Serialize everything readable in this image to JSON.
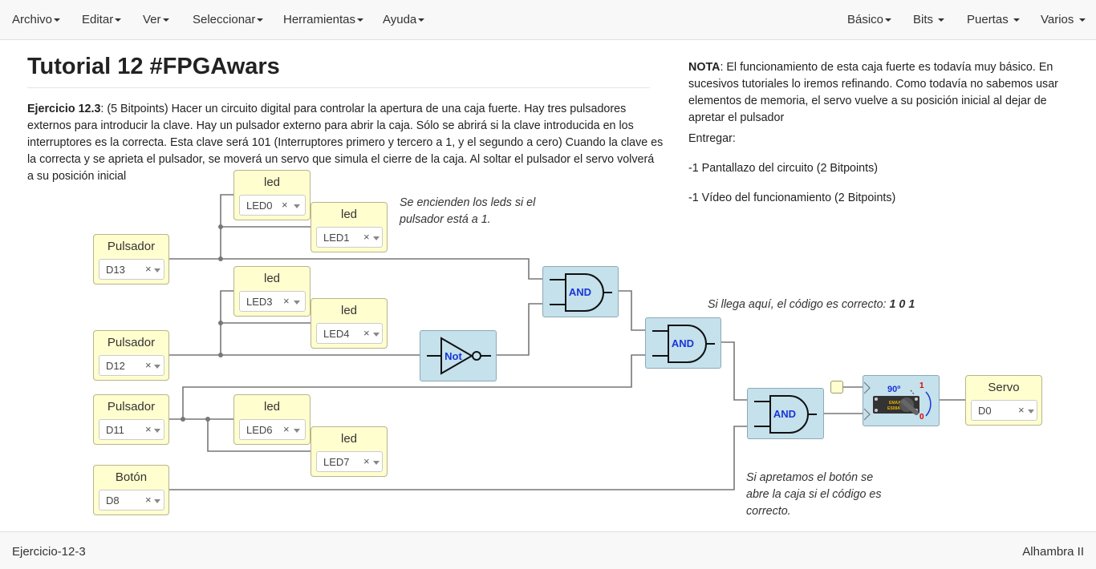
{
  "menubar": {
    "left": [
      "Archivo",
      "Editar",
      "Ver",
      "Seleccionar",
      "Herramientas",
      "Ayuda"
    ],
    "right": [
      "Básico",
      "Bits",
      "Puertas",
      "Varios"
    ]
  },
  "title": "Tutorial 12 #FPGAwars",
  "exercise": {
    "label": "Ejercicio 12.3",
    "lines": [
      ": (5 Bitpoints) Hacer un circuito digital para controlar la apertura de una caja fuerte. Hay tres pulsadores",
      "externos para introducir la clave. Hay un pulsador externo para abrir la caja. Sólo se abrirá si la clave introducida en los",
      "interruptores es la correcta. Esta clave será 101 (Interruptores primero y tercero a 1, y el segundo a cero) Cuando la clave es",
      "la correcta y se aprieta el pulsador, se moverá un servo que simula el cierre de la caja. Al soltar el pulsador el servo volverá",
      "a su posición inicial"
    ]
  },
  "note": {
    "label": "NOTA",
    "lines": [
      ": El funcionamiento de esta caja fuerte es todavía muy básico. En",
      "sucesivos tutoriales lo iremos refinando. Como todavía no sabemos usar",
      "elementos de memoria, el servo vuelve a su posición inicial al dejar de",
      "apretar el pulsador"
    ],
    "deliver": "Entregar:",
    "items": [
      "-1 Pantallazo del circuito (2 Bitpoints)",
      "-1 Vídeo del funcionamiento (2 Bitpoints)"
    ]
  },
  "comments": {
    "leds": [
      "Se encienden los leds si el",
      "pulsador está a 1."
    ],
    "code_prefix": "Si llega aquí, el código es correcto: ",
    "code": "1 0 1",
    "button": [
      "Si apretamos el botón se",
      "abre la caja si el código es",
      "correcto."
    ]
  },
  "blocks": {
    "pulsador1": {
      "label": "Pulsador",
      "value": "D13"
    },
    "pulsador2": {
      "label": "Pulsador",
      "value": "D12"
    },
    "pulsador3": {
      "label": "Pulsador",
      "value": "D11"
    },
    "boton": {
      "label": "Botón",
      "value": "D8"
    },
    "led0": {
      "label": "led",
      "value": "LED0"
    },
    "led1": {
      "label": "led",
      "value": "LED1"
    },
    "led3": {
      "label": "led",
      "value": "LED3"
    },
    "led4": {
      "label": "led",
      "value": "LED4"
    },
    "led6": {
      "label": "led",
      "value": "LED6"
    },
    "led7": {
      "label": "led",
      "value": "LED7"
    },
    "servo": {
      "label": "Servo",
      "value": "D0"
    }
  },
  "gates": {
    "and1": "AND",
    "and2": "AND",
    "and3": "AND",
    "not1": "Not"
  },
  "servo_pic": {
    "angle": "90º",
    "high": "1",
    "low": "0",
    "brand": [
      "EMAX",
      "ES08A"
    ]
  },
  "footer": {
    "left": "Ejercicio-12-3",
    "right": "Alhambra II"
  },
  "colors": {
    "block": "#fffecf",
    "gate": "#c4e1ec",
    "gate_text": "#1a35d6",
    "wire": "#777777"
  }
}
